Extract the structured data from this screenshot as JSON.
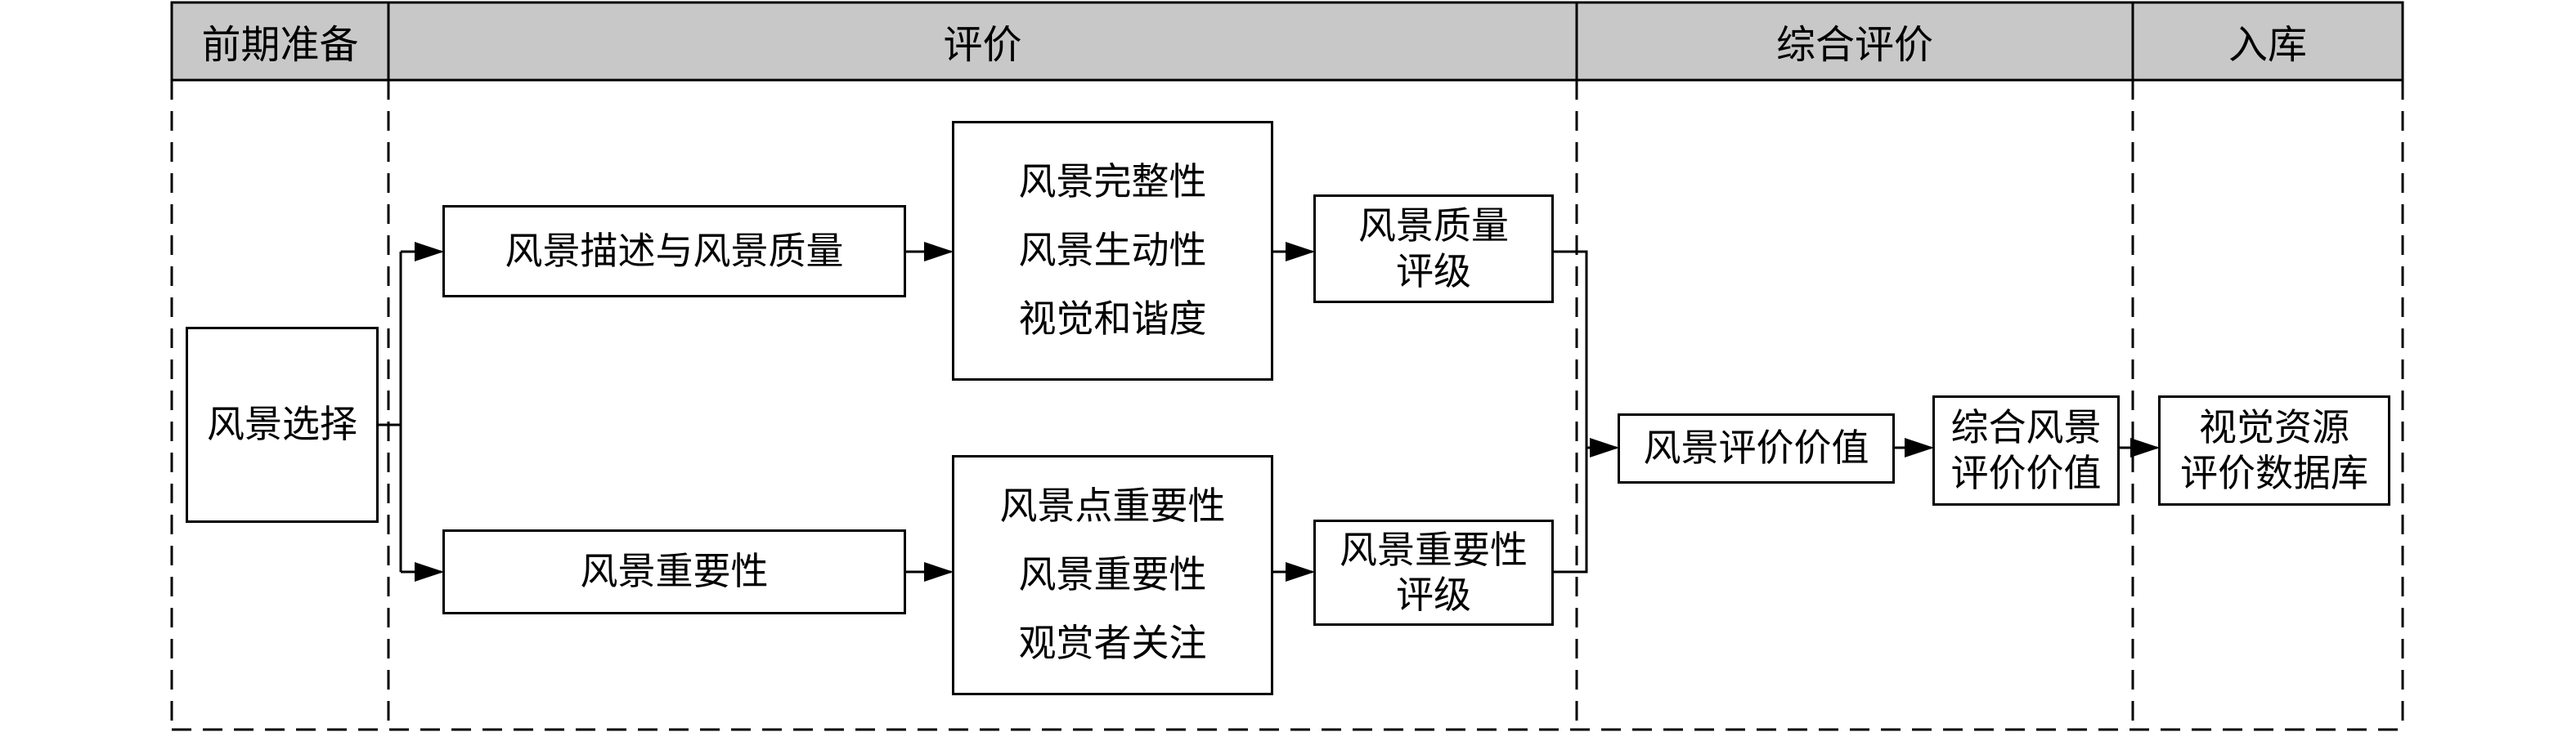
{
  "header": {
    "stages": [
      "前期准备",
      "评价",
      "综合评价",
      "入库"
    ]
  },
  "nodes": {
    "scenery_selection": "风景选择",
    "description_quality": "风景描述与风景质量",
    "importance": "风景重要性",
    "quality_factors": [
      "风景完整性",
      "风景生动性",
      "视觉和谐度"
    ],
    "importance_factors": [
      "风景点重要性",
      "风景重要性",
      "观赏者关注"
    ],
    "quality_grade": [
      "风景质量",
      "评级"
    ],
    "importance_grade": [
      "风景重要性",
      "评级"
    ],
    "evaluation_value": "风景评价价值",
    "comprehensive_value": [
      "综合风景",
      "评价价值"
    ],
    "database": [
      "视觉资源",
      "评价数据库"
    ]
  },
  "colors": {
    "header_fill": "#c8c8c8",
    "stroke": "#000000",
    "background": "#ffffff"
  }
}
